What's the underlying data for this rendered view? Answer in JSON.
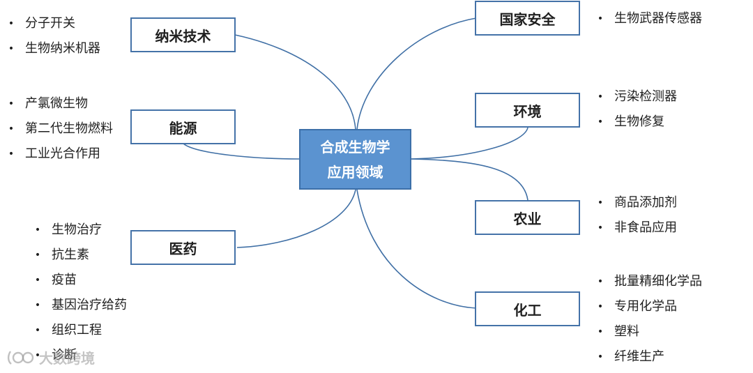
{
  "center": {
    "line1": "合成生物学",
    "line2": "应用领域"
  },
  "branches": {
    "nano": {
      "title": "纳米技术",
      "items": [
        "分子开关",
        "生物纳米机器"
      ]
    },
    "energy": {
      "title": "能源",
      "items": [
        "产氯微生物",
        "第二代生物燃料",
        "工业光合作用"
      ]
    },
    "medicine": {
      "title": "医药",
      "items": [
        "生物治疗",
        "抗生素",
        "疫苗",
        "基因治疗给药",
        "组织工程",
        "诊断"
      ]
    },
    "security": {
      "title": "国家安全",
      "items": [
        "生物武器传感器"
      ]
    },
    "environment": {
      "title": "环境",
      "items": [
        "污染检测器",
        "生物修复"
      ]
    },
    "agriculture": {
      "title": "农业",
      "items": [
        "商品添加剂",
        "非食品应用"
      ]
    },
    "chemical": {
      "title": "化工",
      "items": [
        "批量精细化学品",
        "专用化学品",
        "塑料",
        "纤维生产"
      ]
    }
  },
  "bullet_glyph": "•",
  "watermark": {
    "text": "大数跨境"
  },
  "colors": {
    "center_fill": "#5b93d0",
    "node_border": "#4472a8",
    "connector": "#3f6fa5"
  }
}
